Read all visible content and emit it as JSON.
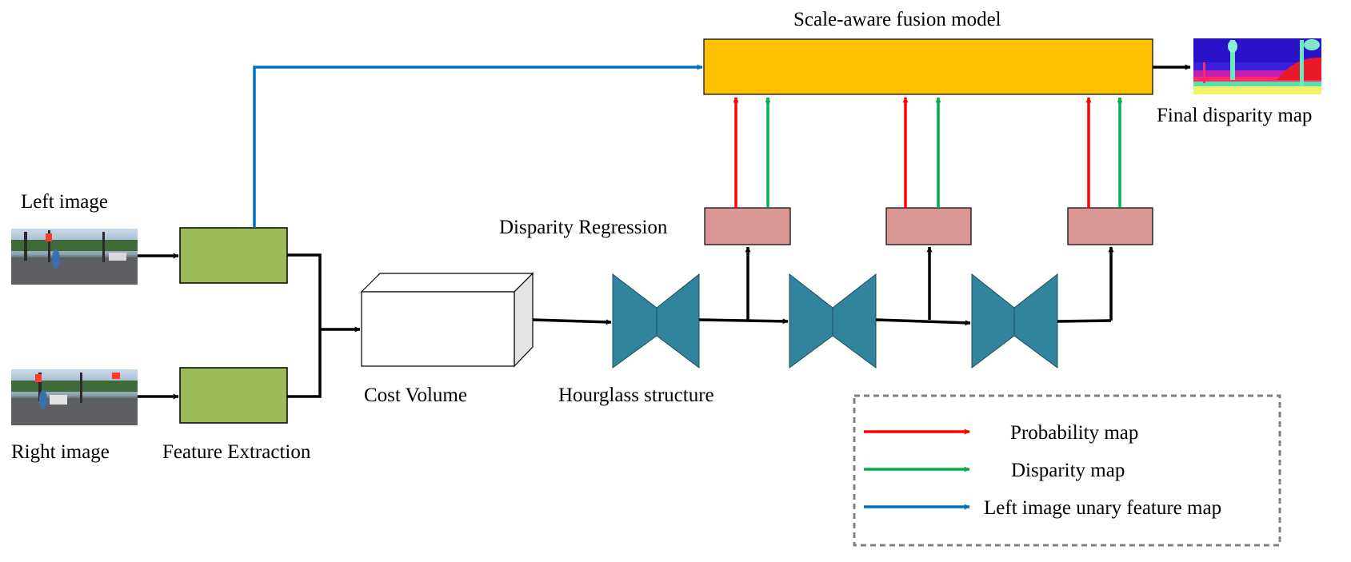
{
  "labels": {
    "left_image": "Left image",
    "right_image": "Right image",
    "feature_extraction": "Feature Extraction",
    "cost_volume": "Cost Volume",
    "hourglass": "Hourglass structure",
    "disparity_regression": "Disparity Regression",
    "fusion_model": "Scale-aware fusion model",
    "final_map": "Final disparity map"
  },
  "legend": {
    "probability": "Probability map",
    "disparity": "Disparity map",
    "unary": "Left image unary feature map"
  },
  "colors": {
    "feature_box": "#9bbb59",
    "fusion_box": "#ffc000",
    "regression_box": "#d99694",
    "hourglass": "#31849b",
    "probability_arrow": "#ff0000",
    "disparity_arrow": "#00b050",
    "unary_arrow": "#0070c0",
    "flow_arrow": "#000000"
  }
}
